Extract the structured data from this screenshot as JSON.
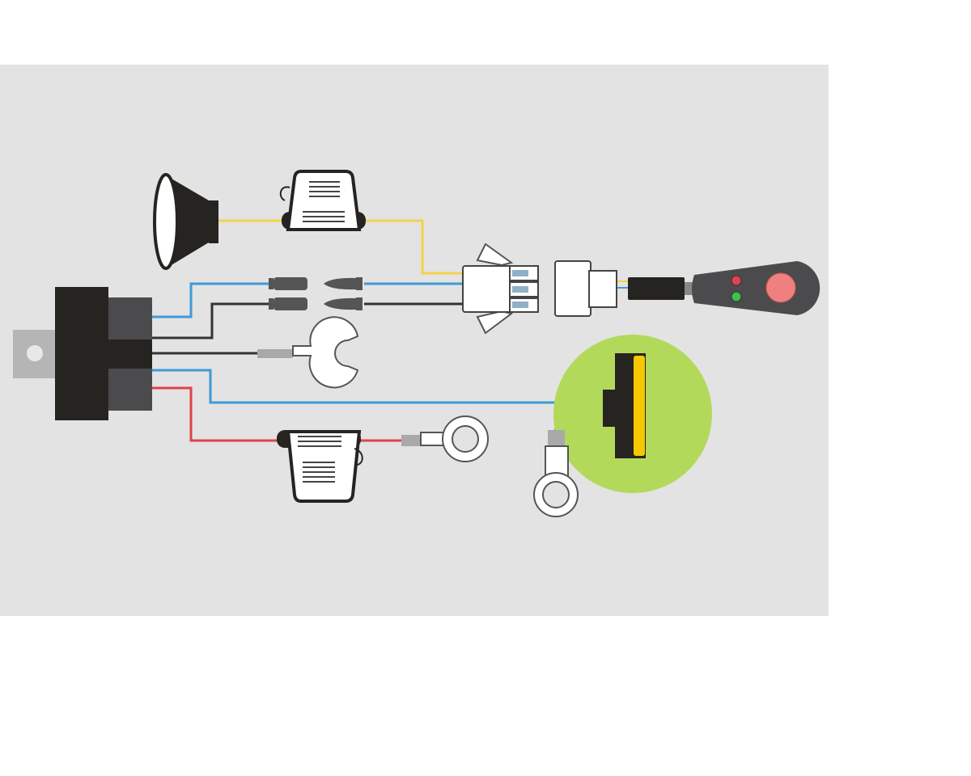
{
  "diagram": {
    "components": [
      {
        "id": "relay",
        "icon": "relay-icon"
      },
      {
        "id": "lamp",
        "icon": "spotlight-icon"
      },
      {
        "id": "fuse-top",
        "icon": "inline-fuse-icon"
      },
      {
        "id": "fuse-bottom",
        "icon": "inline-fuse-icon"
      },
      {
        "id": "bullet-connectors",
        "icon": "bullet-connector-icon"
      },
      {
        "id": "fork-terminal",
        "icon": "fork-terminal-icon"
      },
      {
        "id": "ring-terminal-power",
        "icon": "ring-terminal-icon"
      },
      {
        "id": "ring-terminal-ground",
        "icon": "ring-terminal-icon"
      },
      {
        "id": "plug-connector",
        "icon": "multi-pin-connector-icon"
      },
      {
        "id": "socket-connector",
        "icon": "connector-icon"
      },
      {
        "id": "switch",
        "icon": "push-button-switch-icon"
      },
      {
        "id": "light-bar",
        "icon": "led-light-icon"
      }
    ],
    "colors": {
      "background": "#e3e3e3",
      "wire_yellow": "#f2d34a",
      "wire_blue": "#3e9ad6",
      "wire_black": "#333333",
      "wire_red": "#e0434b",
      "highlight_green": "#b3d95b",
      "led_yellow": "#f5c800",
      "switch_button": "#f07f80",
      "relay_body": "#262420",
      "relay_block": "#4b4b4d"
    }
  }
}
